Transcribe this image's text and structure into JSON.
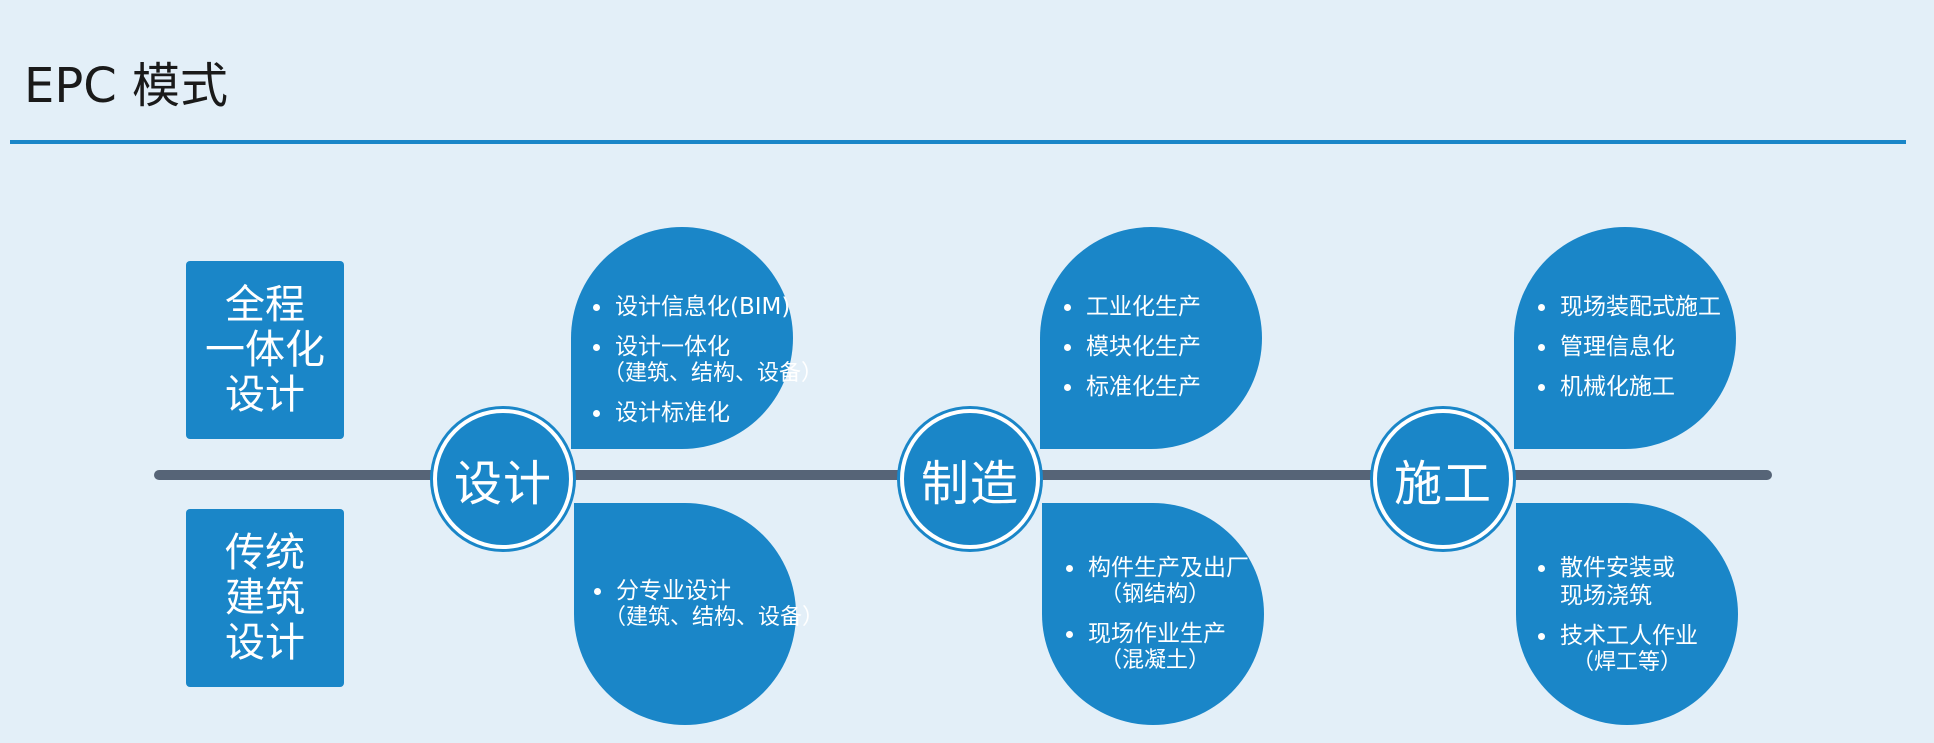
{
  "title": "EPC 模式",
  "side_boxes": {
    "top": [
      "全程",
      "一体化",
      "设计"
    ],
    "bottom": [
      "传统",
      "建筑",
      "设计"
    ]
  },
  "nodes": [
    "设计",
    "制造",
    "施工"
  ],
  "petals": {
    "design_top": {
      "items": [
        {
          "text": "设计信息化(BIM)"
        },
        {
          "text": "设计一体化",
          "sub": "（建筑、结构、设备）"
        },
        {
          "text": "设计标准化"
        }
      ]
    },
    "design_bottom": {
      "items": [
        {
          "text": "分专业设计",
          "sub": "（建筑、结构、设备）"
        }
      ]
    },
    "manufacture_top": {
      "items": [
        {
          "text": "工业化生产"
        },
        {
          "text": "模块化生产"
        },
        {
          "text": "标准化生产"
        }
      ]
    },
    "manufacture_bottom": {
      "items": [
        {
          "text": "构件生产及出厂",
          "sub": "（钢结构）"
        },
        {
          "text": "现场作业生产",
          "sub": "（混凝土）"
        }
      ]
    },
    "construction_top": {
      "items": [
        {
          "text": "现场装配式施工"
        },
        {
          "text": "管理信息化"
        },
        {
          "text": "机械化施工"
        }
      ]
    },
    "construction_bottom": {
      "items": [
        {
          "text": "散件安装或",
          "line2": "现场浇筑"
        },
        {
          "text": "技术工人作业",
          "sub": "（焊工等）"
        }
      ]
    }
  },
  "colors": {
    "accent": "#1a86c8",
    "timeline": "#566477",
    "background": "#e3eff8"
  }
}
